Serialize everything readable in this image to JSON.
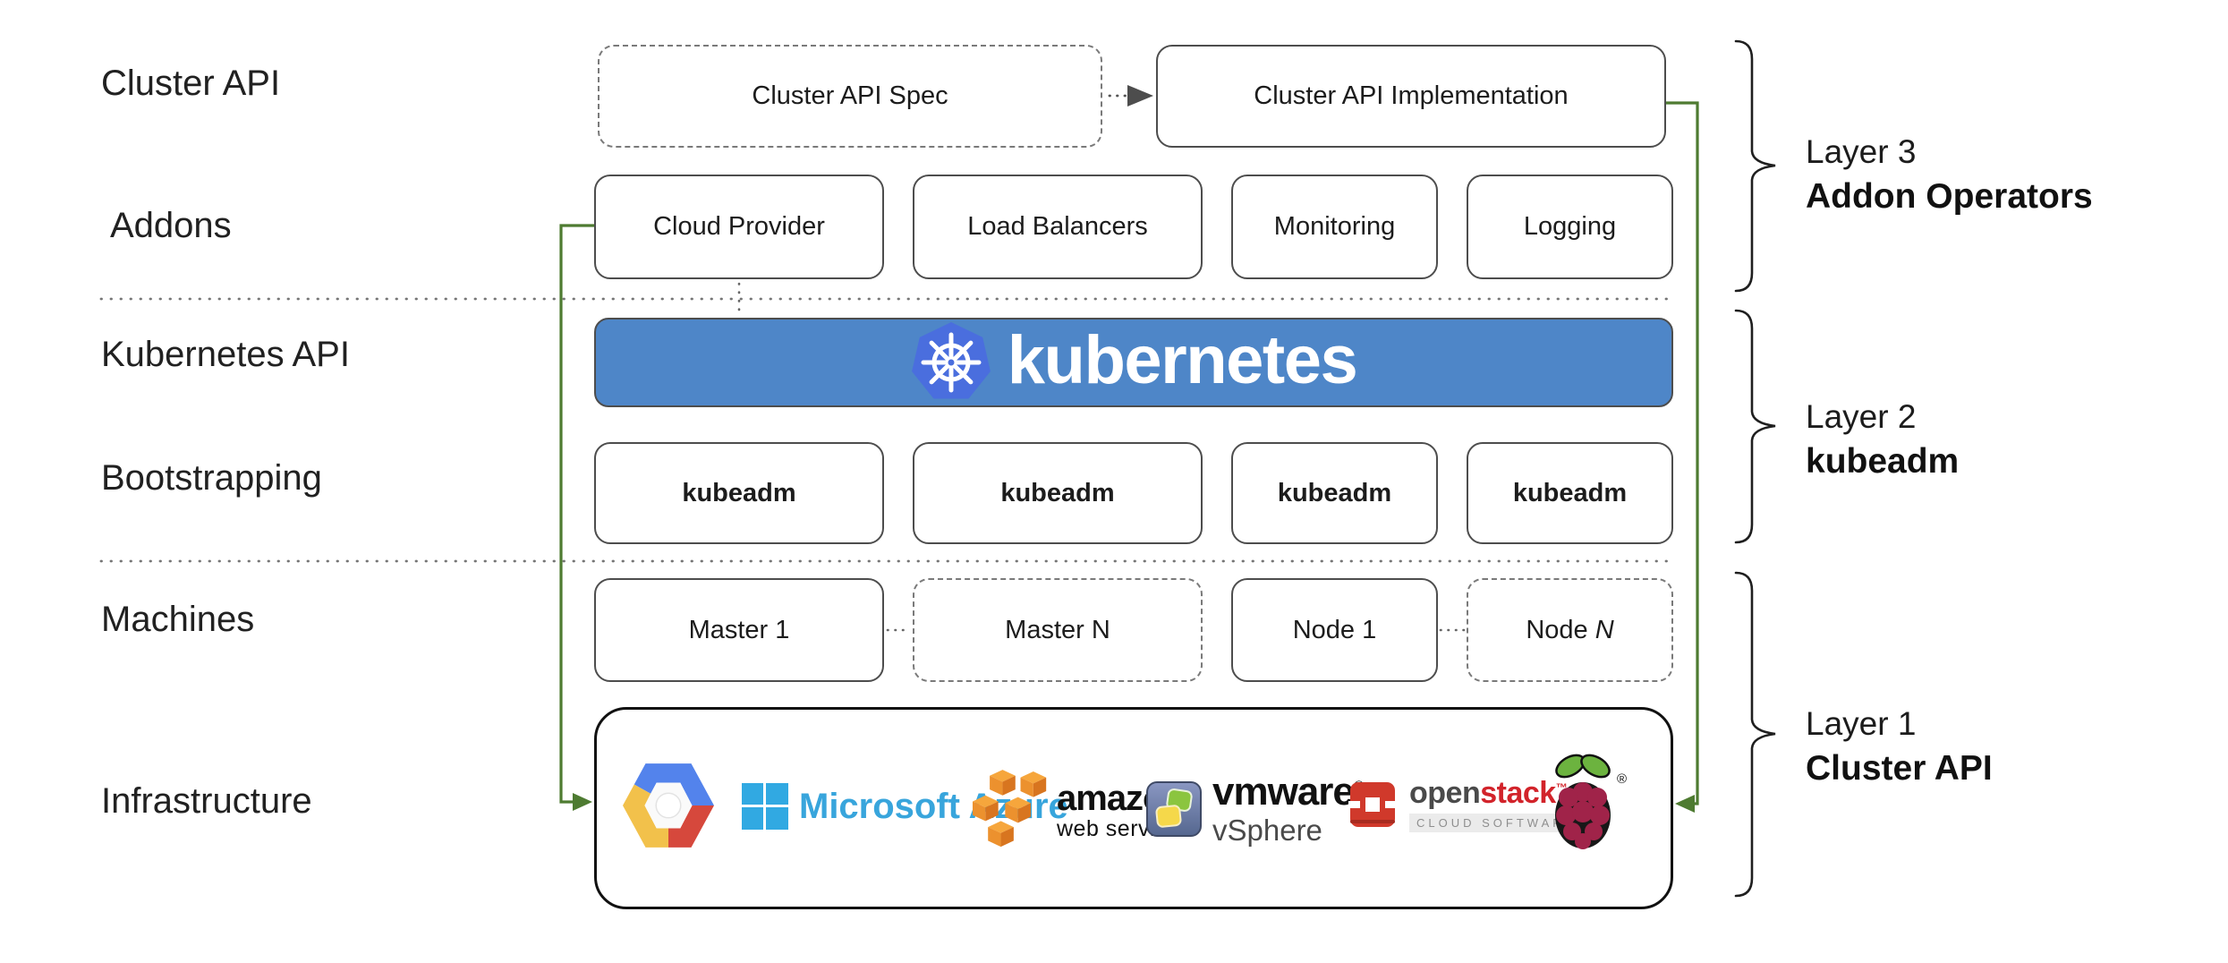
{
  "left_labels": [
    "Cluster API",
    "Addons",
    "Kubernetes API",
    "Bootstrapping",
    "Machines",
    "Infrastructure"
  ],
  "top_row": {
    "spec": "Cluster API Spec",
    "implementation": "Cluster API Implementation"
  },
  "addons_row": [
    "Cloud Provider",
    "Load Balancers",
    "Monitoring",
    "Logging"
  ],
  "banner": {
    "wordmark": "kubernetes"
  },
  "bootstrapping_row": [
    "kubeadm",
    "kubeadm",
    "kubeadm",
    "kubeadm"
  ],
  "machines_row": {
    "master1": "Master 1",
    "masterN": "Master N",
    "node1": "Node 1",
    "nodeN_prefix": "Node ",
    "nodeN_suffix": "N"
  },
  "layers": [
    {
      "line1": "Layer 3",
      "line2": "Addon Operators"
    },
    {
      "line1": "Layer 2",
      "line2": "kubeadm"
    },
    {
      "line1": "Layer 1",
      "line2": "Cluster API"
    }
  ],
  "infrastructure_logos": {
    "google_cloud": {
      "icon": "google-cloud-hexagon-icon"
    },
    "microsoft_azure": {
      "text": "Microsoft Azure"
    },
    "aws": {
      "line1": "amazon",
      "line2": "web services"
    },
    "vmware": {
      "line1": "vmware",
      "reg": "®",
      "line2": "vSphere"
    },
    "openstack": {
      "open": "open",
      "stack": "stack",
      "tm": "™",
      "subtitle": "CLOUD SOFTWARE"
    },
    "raspberry_pi": {
      "reg": "®"
    }
  },
  "colors": {
    "banner_blue": "#4e86c8",
    "k8s_logo_blue": "#4a6ede",
    "arrow_green": "#4e7b31",
    "box_border_gray": "#4d4d4d",
    "azure_blue": "#38a5dc",
    "aws_orange": "#ec912e",
    "openstack_red": "#d0392b",
    "raspberry_crimson": "#a02349",
    "leaf_green": "#6cb33f",
    "gcp_blue": "#5383ec",
    "gcp_red": "#d6483c",
    "gcp_yellow": "#f2c14b"
  }
}
